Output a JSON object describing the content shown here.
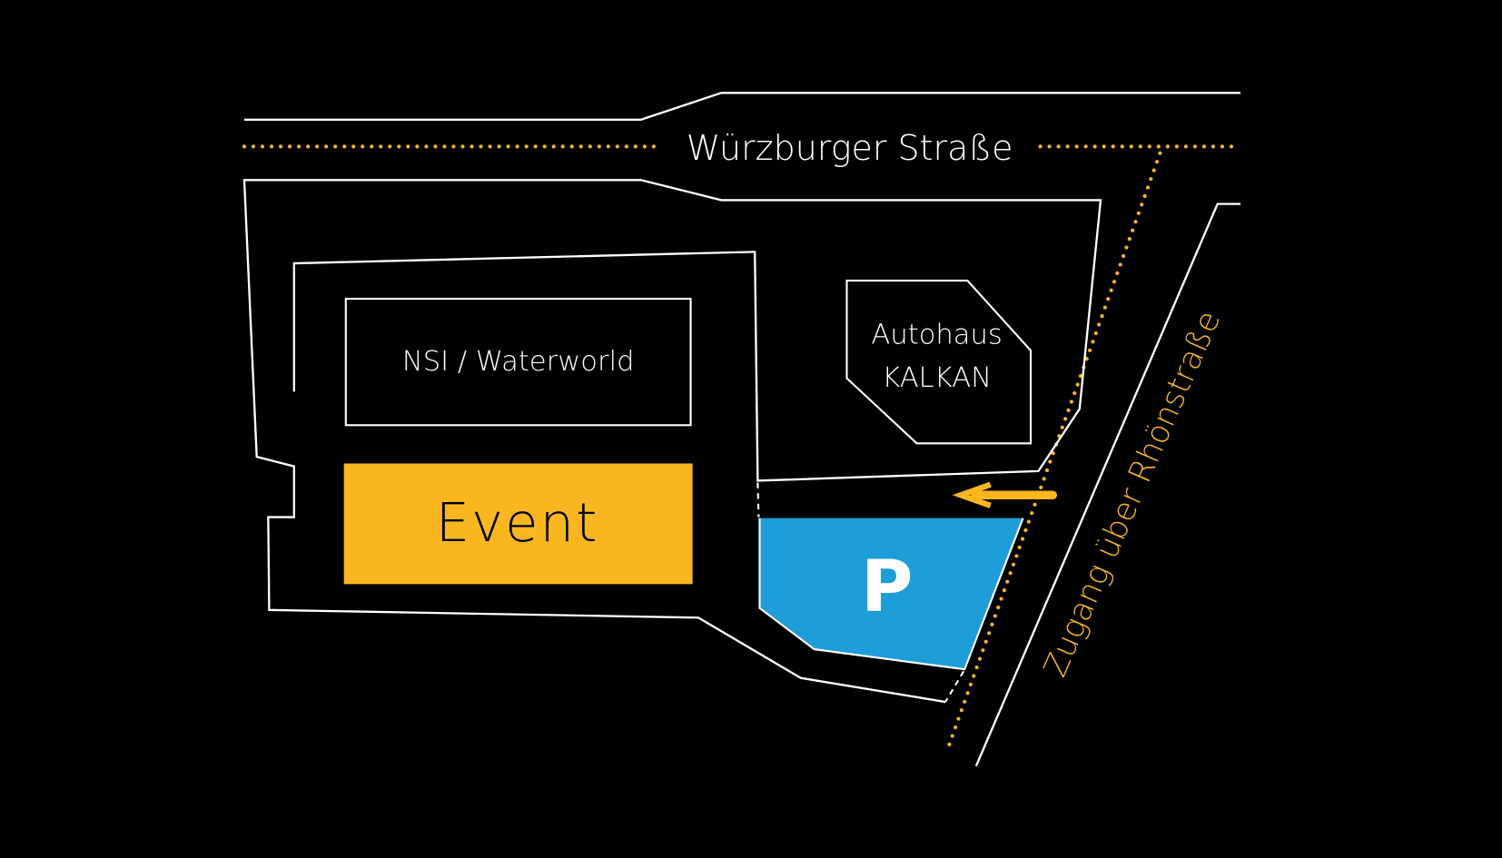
{
  "map": {
    "street_top": "Würzburger Straße",
    "street_side": "Zugang über Rhönstraße",
    "buildings": {
      "nsi": "NSI / Waterworld",
      "event": "Event",
      "autohaus_line1": "Autohaus",
      "autohaus_line2": "KALKAN",
      "parking": "P"
    },
    "icons": {
      "entry_arrow": "arrow-left-icon"
    },
    "colors": {
      "background": "#000000",
      "lines": "#ffffff",
      "accent": "#f9b61e",
      "event_fill": "#f9b61e",
      "parking_fill": "#1e9ed8",
      "event_text": "#000000"
    }
  }
}
